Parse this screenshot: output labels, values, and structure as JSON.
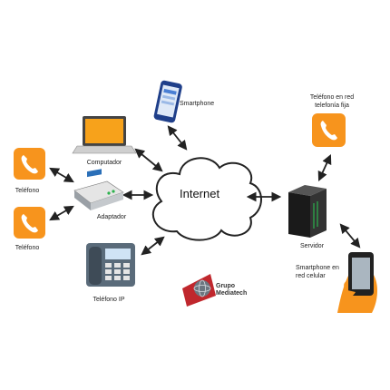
{
  "center": {
    "label": "Internet"
  },
  "nodes": {
    "smartphone": {
      "label": "Smartphone"
    },
    "computador": {
      "label": "Computador"
    },
    "telefono_1": {
      "label": "Teléfono"
    },
    "telefono_2": {
      "label": "Teléfono"
    },
    "adaptador": {
      "label": "Adaptador"
    },
    "telefono_ip": {
      "label": "Teléfono IP"
    },
    "telefono_fija": {
      "line1": "Teléfono en red",
      "line2": "telefonía fija"
    },
    "servidor": {
      "label": "Servidor"
    },
    "smartphone_celular": {
      "line1": "Smartphone en",
      "line2": "red celular"
    }
  },
  "logo": {
    "line1": "Grupo",
    "line2": "Mediatech"
  },
  "colors": {
    "orange": "#f7941d",
    "arrow": "#222222",
    "cloud_stroke": "#222222"
  },
  "icons": [
    "phone-handset-icon",
    "laptop-icon",
    "smartphone-icon",
    "adapter-icon",
    "ip-phone-icon",
    "server-icon",
    "hand-smartphone-icon",
    "globe-logo-icon"
  ]
}
